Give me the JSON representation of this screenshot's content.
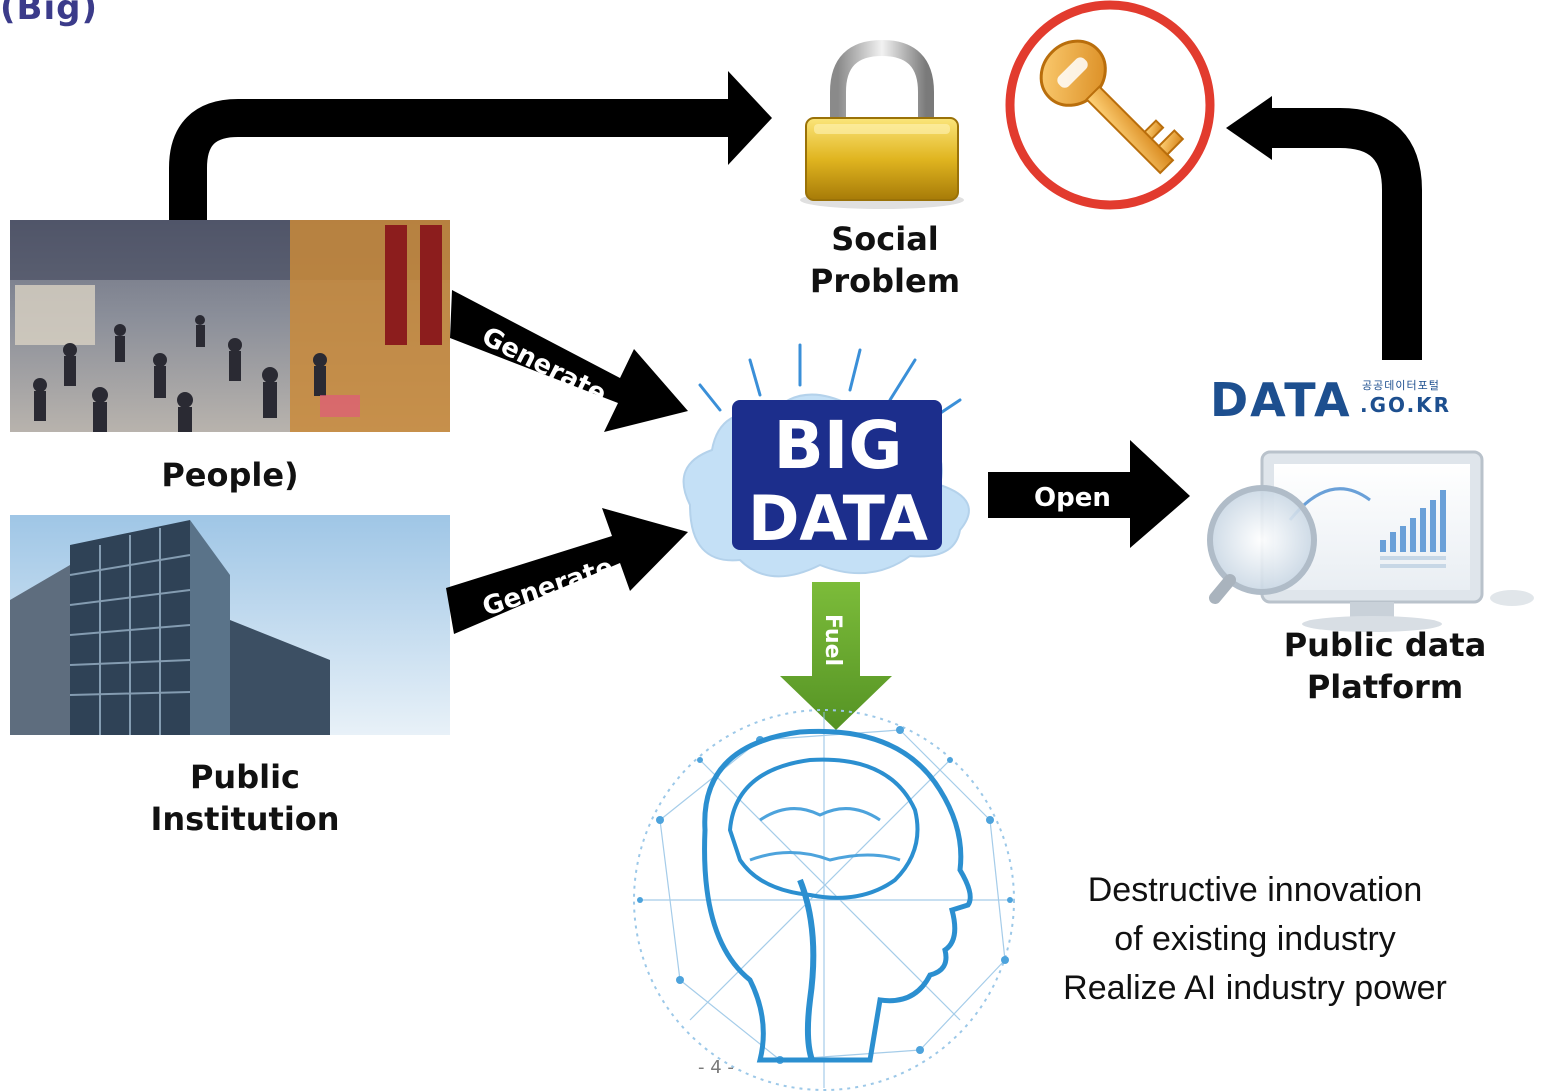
{
  "slide": {
    "heading_fragment": "(Big)",
    "page_number": "- 4 -"
  },
  "nodes": {
    "people": "People)",
    "public_institution": "Public Institution",
    "social_problem": "Social Problem",
    "public_data_platform_line1": "Public data",
    "public_data_platform_line2": "Platform"
  },
  "arrows": {
    "generate_people": "Generate",
    "generate_institution": "Generate",
    "open": "Open",
    "fuel": "Fuel"
  },
  "big_data_logo": {
    "line1": "BIG",
    "line2": "DATA"
  },
  "data_portal_logo": {
    "main": "DATA",
    "korean": "공공데이터포털",
    "domain": ".GO.KR"
  },
  "outcome": {
    "line1": "Destructive  innovation",
    "line2": "of  existing industry",
    "line3": "Realize  AI industry power"
  },
  "colors": {
    "arrow_black": "#000000",
    "fuel_green": "#6aab2e",
    "key_circle_red": "#e23b2e",
    "lock_gold": "#d9a919",
    "portal_blue": "#1d4f8f",
    "brain_blue": "#2b8fd0"
  },
  "icons": [
    "padlock-icon",
    "key-icon",
    "monitor-chart-icon",
    "brain-network-icon",
    "big-data-cloud-icon"
  ]
}
